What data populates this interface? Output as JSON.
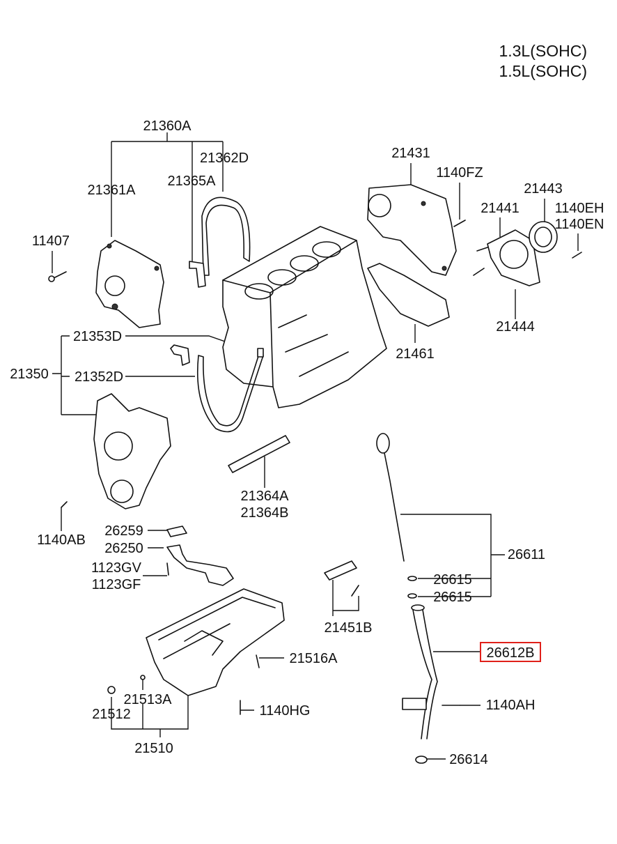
{
  "header": {
    "line1": "1.3L(SOHC)",
    "line2": "1.5L(SOHC)"
  },
  "highlight_color": "#e0201a",
  "labels": {
    "p21360A": "21360A",
    "p21362D": "21362D",
    "p21361A": "21361A",
    "p21365A": "21365A",
    "p11407": "11407",
    "p21431": "21431",
    "p1140FZ": "1140FZ",
    "p21443": "21443",
    "p21441": "21441",
    "p1140EH": "1140EH",
    "p1140EN": "1140EN",
    "p21444": "21444",
    "p21461": "21461",
    "p21353D": "21353D",
    "p21350": "21350",
    "p21352D": "21352D",
    "p21364A": "21364A",
    "p21364B": "21364B",
    "p1140AB": "1140AB",
    "p26259": "26259",
    "p26250": "26250",
    "p1123GV": "1123GV",
    "p1123GF": "1123GF",
    "p26611": "26611",
    "p26615a": "26615",
    "p26615b": "26615",
    "p21451B": "21451B",
    "p26612B": "26612B",
    "p21516A": "21516A",
    "p21513A": "21513A",
    "p21512": "21512",
    "p1140HG": "1140HG",
    "p1140AH": "1140AH",
    "p21510": "21510",
    "p26614": "26614"
  }
}
